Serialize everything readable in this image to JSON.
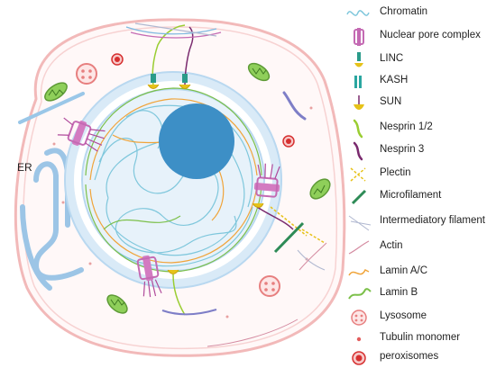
{
  "diagram": {
    "er_label": "ER",
    "legend": [
      {
        "label": "Chromatin",
        "icon": "chromatin-icon",
        "color": "#7fc7dc"
      },
      {
        "label": "Nuclear pore complex",
        "icon": "nuclear-pore-complex-icon",
        "color": "#c46ab3"
      },
      {
        "label": "LINC",
        "icon": "linc-icon",
        "color": "#2a9b8a"
      },
      {
        "label": "KASH",
        "icon": "kash-icon",
        "color": "#2aa6a0"
      },
      {
        "label": "SUN",
        "icon": "sun-icon",
        "color": "#e6c21a"
      },
      {
        "label": "Nesprin 1/2",
        "icon": "nesprin-1-2-icon",
        "color": "#9acd32"
      },
      {
        "label": "Nesprin 3",
        "icon": "nesprin-3-icon",
        "color": "#7a2a6e"
      },
      {
        "label": "Plectin",
        "icon": "plectin-icon",
        "color": "#e7c21a"
      },
      {
        "label": "Microfilament",
        "icon": "microfilament-icon",
        "color": "#2e8b57"
      },
      {
        "label": "Intermediatory filament",
        "icon": "intermediate-filament-icon",
        "color": "#b0b8d0"
      },
      {
        "label": "Actin",
        "icon": "actin-icon",
        "color": "#d48aa0"
      },
      {
        "label": "Lamin A/C",
        "icon": "lamin-ac-icon",
        "color": "#f0a43a"
      },
      {
        "label": "Lamin B",
        "icon": "lamin-b-icon",
        "color": "#7cc04a"
      },
      {
        "label": "Lysosome",
        "icon": "lysosome-icon",
        "color": "#e77f7f"
      },
      {
        "label": "Tubulin monomer",
        "icon": "tubulin-monomer-icon",
        "color": "#e35d5d"
      },
      {
        "label": "peroxisomes",
        "icon": "peroxisome-icon",
        "color": "#d63030"
      }
    ],
    "colors": {
      "cell_membrane": "#f2b9b9",
      "nuclear_envelope": "#b9d8f0",
      "nucleolus": "#3d8fc6",
      "er": "#9cc5e6",
      "mitochondria": "#7cc04a"
    }
  }
}
